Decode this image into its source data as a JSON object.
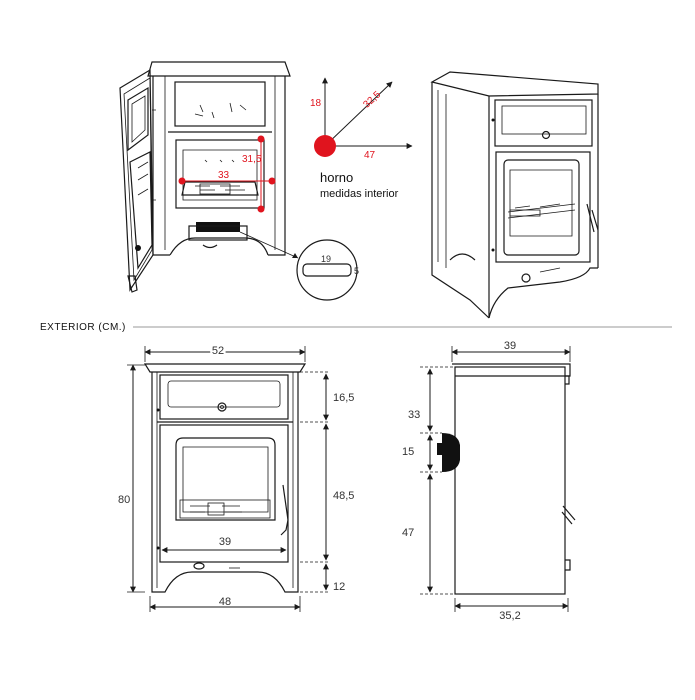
{
  "labels": {
    "horno": "horno",
    "medidas_interior": "medidas interior",
    "exterior": "EXTERIOR (CM.)"
  },
  "interior_dims": {
    "height": "18",
    "diag": "32,5",
    "depth": "47",
    "inner_h": "31,5",
    "inner_w": "33",
    "slot_w": "19",
    "slot_h": "5"
  },
  "front_dims": {
    "top_width": "52",
    "height": "80",
    "top_section": "16,5",
    "middle_section": "48,5",
    "base": "12",
    "door_width": "39",
    "base_width": "48"
  },
  "side_dims": {
    "top_width": "39",
    "upper": "33",
    "handle": "15",
    "lower": "47",
    "depth": "35,2"
  },
  "colors": {
    "accent": "#e0141e",
    "line": "#1a1a1a"
  }
}
